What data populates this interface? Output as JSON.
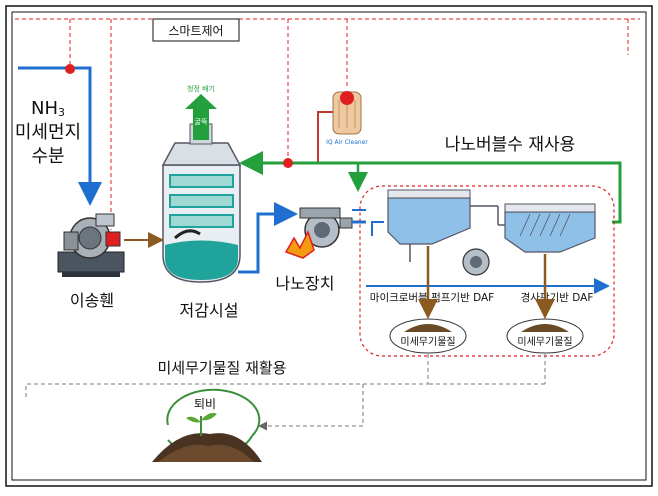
{
  "labels": {
    "smart_control": "스마트제어",
    "nh3": "NH",
    "nh3_sub": "3",
    "dust": "미세먼지",
    "moisture": "수분",
    "clean_exhaust": "청정 배기",
    "exhaust_arrow": "굴뚝",
    "iq_air": "IQ Air Cleaner",
    "nano_reuse": "나노버블수 재사용",
    "nano_device": "나노장치",
    "fan": "이송휀",
    "reduction": "저감시설",
    "daf_pump": "마이크로버블 펌프기반 DAF",
    "daf_plate": "경사판기반 DAF",
    "sludge_1": "미세무기물질",
    "sludge_2": "미세무기물질",
    "recycle": "미세무기물질 재활용",
    "compost": "퇴비"
  },
  "colors": {
    "blue_pipe": "#1e6fd0",
    "green_pipe": "#23a03c",
    "red_line": "#e02020",
    "brown_line": "#8a5a1e",
    "teal": "#1fa39a"
  }
}
